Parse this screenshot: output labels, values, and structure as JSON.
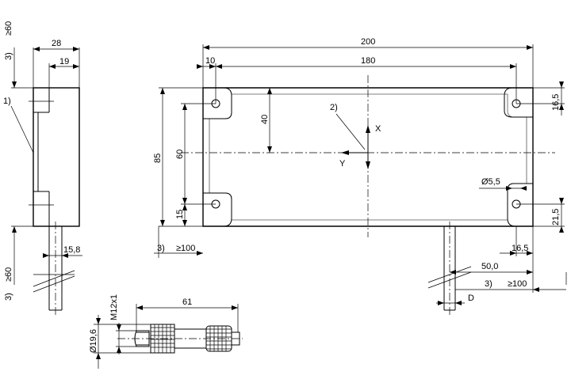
{
  "side_view": {
    "ref_3": "3)",
    "dim_ge60_top": "≥60",
    "dim_28": "28",
    "dim_19": "19",
    "ref_1": "1)",
    "ref_3_bottom": "3)",
    "dim_ge60_bottom": "≥60",
    "dim_15_8": "15,8"
  },
  "front_view": {
    "dim_200": "200",
    "dim_10": "10",
    "dim_180": "180",
    "dim_16_5_top": "16,5",
    "dim_40": "40",
    "ref_2": "2)",
    "axis_x": "X",
    "axis_y": "Y",
    "dim_85": "85",
    "dim_60": "60",
    "dim_15": "15",
    "dim_hole": "Ø5,5",
    "dim_21_5": "21,5",
    "ref_3_left": "3)",
    "dim_ge100_left": "≥100",
    "dim_16_5_bottom": "16,5",
    "dim_50": "50,0",
    "ref_3_right": "3)",
    "dim_ge100_right": "≥100",
    "dim_d": "D"
  },
  "connector": {
    "dim_61": "61",
    "dim_m12": "M12x1",
    "dim_19_6": "Ø19,6"
  }
}
